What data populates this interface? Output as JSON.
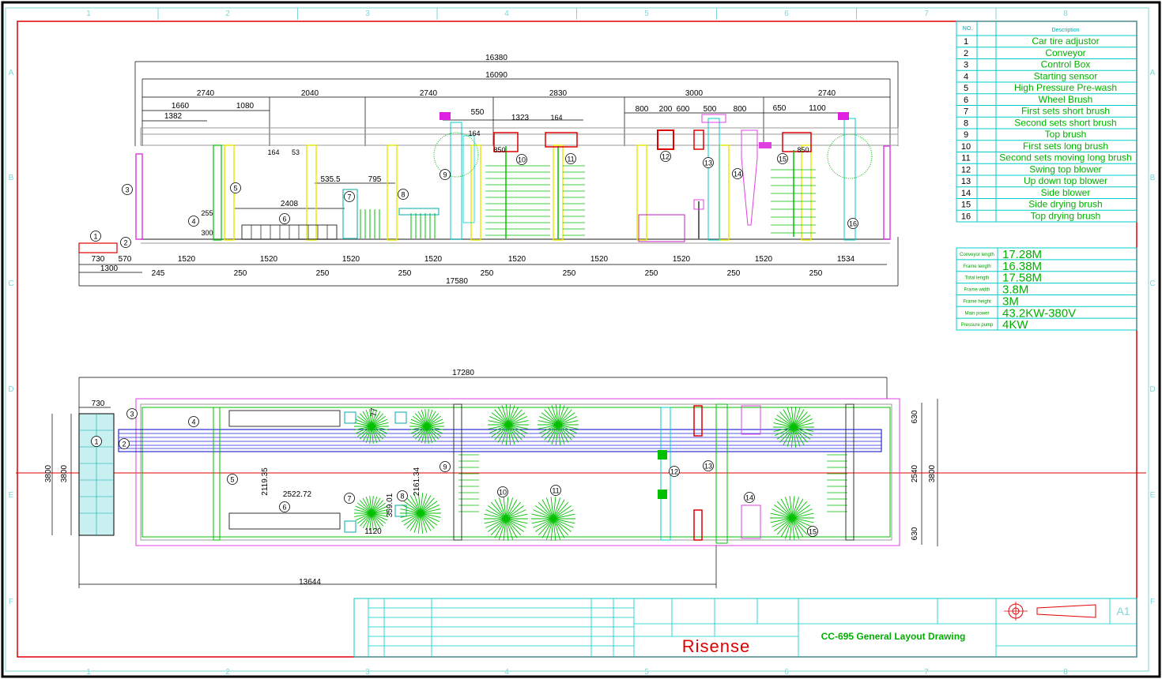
{
  "grid": {
    "cols": [
      "1",
      "2",
      "3",
      "4",
      "5",
      "6",
      "7",
      "8"
    ],
    "rows": [
      "A",
      "B",
      "C",
      "D",
      "E",
      "F"
    ]
  },
  "legend": {
    "header_no": "NO.",
    "header_desc": "Description",
    "items": [
      {
        "no": "1",
        "desc": "Car tire adjustor"
      },
      {
        "no": "2",
        "desc": "Conveyor"
      },
      {
        "no": "3",
        "desc": "Control Box"
      },
      {
        "no": "4",
        "desc": "Starting sensor"
      },
      {
        "no": "5",
        "desc": "High Pressure Pre-wash"
      },
      {
        "no": "6",
        "desc": "Wheel Brush"
      },
      {
        "no": "7",
        "desc": "First sets short brush"
      },
      {
        "no": "8",
        "desc": "Second sets short brush"
      },
      {
        "no": "9",
        "desc": "Top brush"
      },
      {
        "no": "10",
        "desc": "First sets long brush"
      },
      {
        "no": "11",
        "desc": "Second sets moving long brush"
      },
      {
        "no": "12",
        "desc": "Swing top blower"
      },
      {
        "no": "13",
        "desc": "Up down top blower"
      },
      {
        "no": "14",
        "desc": "Side blower"
      },
      {
        "no": "15",
        "desc": "Side drying brush"
      },
      {
        "no": "16",
        "desc": "Top drying brush"
      }
    ]
  },
  "specs": [
    {
      "label": "Conveyor length",
      "value": "17.28M"
    },
    {
      "label": "Frame length",
      "value": "16.38M"
    },
    {
      "label": "Total length",
      "value": "17.58M"
    },
    {
      "label": "Frame width",
      "value": "3.8M"
    },
    {
      "label": "Frame height",
      "value": "3M"
    },
    {
      "label": "Main power",
      "value": "43.2KW-380V"
    },
    {
      "label": "Pressure pump",
      "value": "4KW"
    }
  ],
  "side_view": {
    "dims_top": [
      "16380",
      "16090",
      "2740",
      "2040",
      "2740",
      "2830",
      "3000",
      "2740",
      "1660",
      "1080",
      "1382",
      "550",
      "1323",
      "164",
      "164",
      "53",
      "800",
      "200",
      "600",
      "500",
      "800",
      "650",
      "1100",
      "535.5",
      "795",
      "2408",
      "255",
      "300",
      "850",
      "850"
    ],
    "dims_bottom": [
      "730",
      "570",
      "1520",
      "1520",
      "1520",
      "1520",
      "1520",
      "1520",
      "1520",
      "1520",
      "1534",
      "1300",
      "245",
      "250",
      "250",
      "250",
      "250",
      "250",
      "250",
      "250",
      "250",
      "17580"
    ],
    "callouts": [
      "1",
      "2",
      "3",
      "4",
      "5",
      "6",
      "7",
      "8",
      "9",
      "10",
      "11",
      "12",
      "13",
      "14",
      "15",
      "16"
    ]
  },
  "plan_view": {
    "dims": [
      "17280",
      "730",
      "3800",
      "3800",
      "630",
      "2540",
      "3800",
      "630",
      "2119.35",
      "2522.72",
      "2161.34",
      "359.01",
      "1120",
      "77",
      "13644"
    ],
    "callouts": [
      "1",
      "2",
      "3",
      "4",
      "5",
      "6",
      "7",
      "8",
      "9",
      "10",
      "11",
      "12",
      "13",
      "14",
      "15"
    ]
  },
  "title_block": {
    "company": "Risense",
    "drawing_title": "CC-695 General Layout Drawing",
    "sheet_size": "A1"
  }
}
